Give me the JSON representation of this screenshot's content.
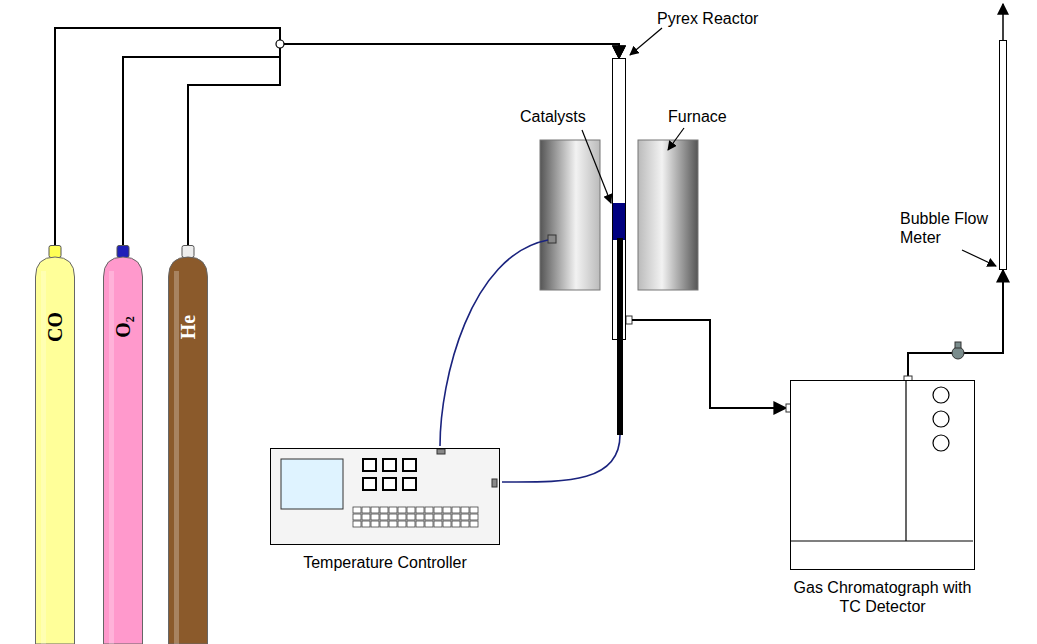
{
  "diagram": {
    "nodes": [
      {
        "text": [
          "Pyrex Reactor"
        ]
      },
      {
        "text": [
          "CO"
        ]
      },
      {
        "text": [
          "O₂"
        ]
      },
      {
        "text": [
          "He"
        ]
      },
      {
        "text": [
          "Temperature Controller"
        ]
      },
      {
        "text": [
          "Gas Chromatograph with TC Detector"
        ]
      },
      {
        "text": [
          "Bubble Flow Meter"
        ]
      }
    ],
    "edges": [
      {
        "from": 1,
        "to": 0,
        "arrow": "to"
      },
      {
        "from": 2,
        "to": 0,
        "arrow": "to"
      },
      {
        "from": 3,
        "to": 0,
        "arrow": "to"
      },
      {
        "from": 0,
        "to": 5,
        "arrow": "to"
      },
      {
        "from": 5,
        "to": 6,
        "arrow": "to"
      }
    ],
    "labels": [
      "Catalysts",
      "Furnace"
    ]
  }
}
